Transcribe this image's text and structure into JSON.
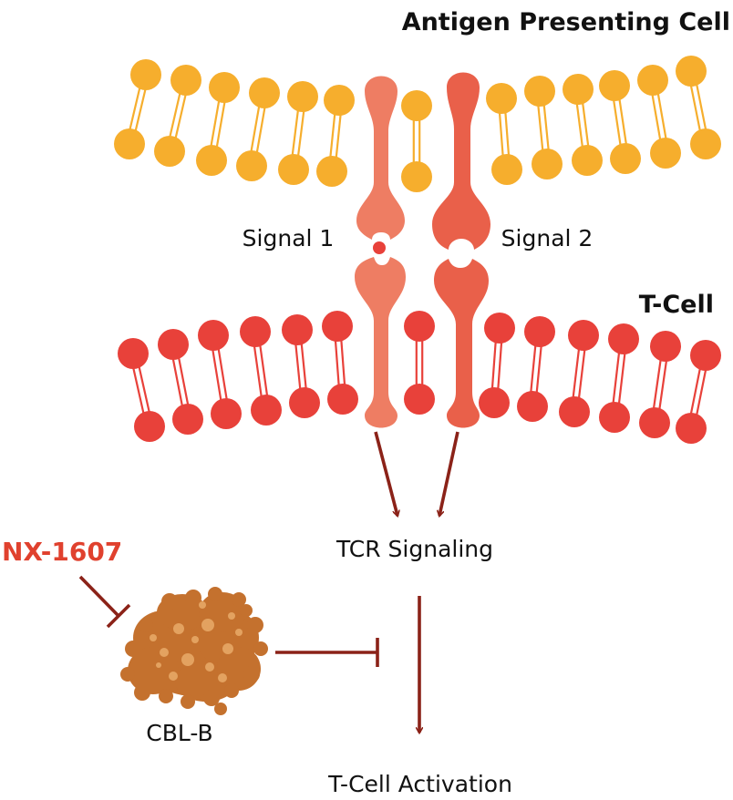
{
  "labels": {
    "apc": "Antigen Presenting Cell",
    "tcell": "T-Cell",
    "signal1": "Signal 1",
    "signal2": "Signal 2",
    "tcr": "TCR Signaling",
    "drug": "NX-1607",
    "cblb": "CBL-B",
    "activation": "T-Cell Activation"
  },
  "colors": {
    "apc_lipid": "#f6ae2d",
    "tcell_lipid": "#e8413a",
    "receptor_1": "#ee7d63",
    "receptor_2": "#e9604a",
    "arrow": "#8b2218",
    "drug_text": "#e0412e",
    "protein": "#c4712e",
    "protein_light": "#e7a766"
  }
}
